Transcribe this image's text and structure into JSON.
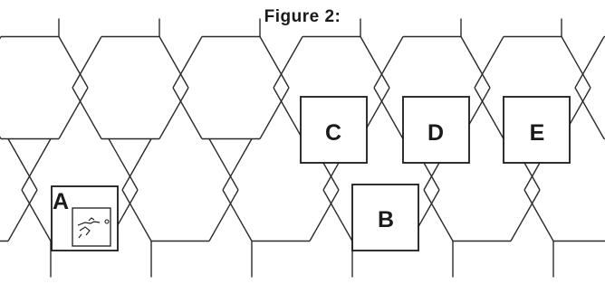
{
  "figure": {
    "title": "Figure 2:"
  },
  "counters": [
    {
      "id": "A",
      "label": "A",
      "has_unit_symbol": true
    },
    {
      "id": "B",
      "label": "B"
    },
    {
      "id": "C",
      "label": "C"
    },
    {
      "id": "D",
      "label": "D"
    },
    {
      "id": "E",
      "label": "E"
    }
  ]
}
